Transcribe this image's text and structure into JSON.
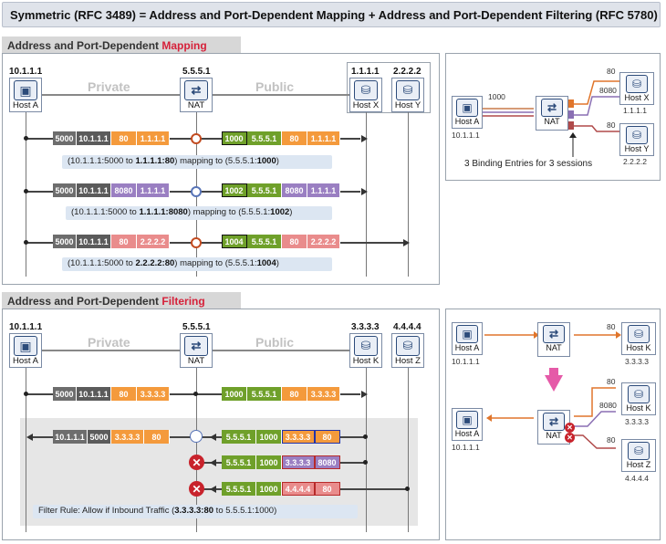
{
  "title": "Symmetric (RFC 3489) = Address and Port-Dependent Mapping + Address and Port-Dependent Filtering (RFC 5780)",
  "mapping_section": {
    "title_prefix": "Address and Port-Dependent ",
    "title_highlight": "Mapping",
    "zones": {
      "private": "Private",
      "public": "Public"
    },
    "ips": {
      "host_a": "10.1.1.1",
      "nat": "5.5.5.1",
      "host_x": "1.1.1.1",
      "host_y": "2.2.2.2"
    },
    "nodes": {
      "host_a": "Host A",
      "nat": "NAT",
      "host_x": "Host X",
      "host_y": "Host Y"
    },
    "rows": [
      {
        "left": [
          "5000",
          "10.1.1.1",
          "80",
          "1.1.1.1"
        ],
        "right": [
          "1000",
          "5.5.5.1",
          "80",
          "1.1.1.1"
        ],
        "caption_pre": "(10.1.1.1:5000 to ",
        "caption_bold": "1.1.1.1:80",
        "caption_mid": ") mapping to (5.5.5.1:",
        "caption_bold2": "1000",
        "caption_post": ")"
      },
      {
        "left": [
          "5000",
          "10.1.1.1",
          "8080",
          "1.1.1.1"
        ],
        "right": [
          "1002",
          "5.5.5.1",
          "8080",
          "1.1.1.1"
        ],
        "caption_pre": "(10.1.1.1:5000 to ",
        "caption_bold": "1.1.1.1:8080",
        "caption_mid": ") mapping to (5.5.5.1:",
        "caption_bold2": "1002",
        "caption_post": ")"
      },
      {
        "left": [
          "5000",
          "10.1.1.1",
          "80",
          "2.2.2.2"
        ],
        "right": [
          "1004",
          "5.5.5.1",
          "80",
          "2.2.2.2"
        ],
        "caption_pre": "(10.1.1.1:5000 to ",
        "caption_bold": "2.2.2.2:80",
        "caption_mid": ") mapping to (5.5.5.1:",
        "caption_bold2": "1004",
        "caption_post": ")"
      }
    ],
    "side": {
      "port_a": "1000",
      "port_x1": "80",
      "port_x2": "8080",
      "port_y": "80",
      "host_a": "Host A",
      "nat": "NAT",
      "host_x": "Host X",
      "host_y": "Host Y",
      "ip_a": "10.1.1.1",
      "ip_x": "1.1.1.1",
      "ip_y": "2.2.2.2",
      "note": "3 Binding Entries for 3 sessions"
    }
  },
  "filtering_section": {
    "title_prefix": "Address and Port-Dependent ",
    "title_highlight": "Filtering",
    "zones": {
      "private": "Private",
      "public": "Public"
    },
    "ips": {
      "host_a": "10.1.1.1",
      "nat": "5.5.5.1",
      "host_k": "3.3.3.3",
      "host_z": "4.4.4.4"
    },
    "nodes": {
      "host_a": "Host A",
      "nat": "NAT",
      "host_k": "Host K",
      "host_z": "Host Z"
    },
    "outbound": {
      "left": [
        "5000",
        "10.1.1.1",
        "80",
        "3.3.3.3"
      ],
      "right": [
        "1000",
        "5.5.5.1",
        "80",
        "3.3.3.3"
      ]
    },
    "inbound": [
      {
        "packet": [
          "5.5.5.1",
          "1000",
          "3.3.3.3",
          "80"
        ],
        "delivered": [
          "10.1.1.1",
          "5000",
          "3.3.3.3",
          "80"
        ]
      },
      {
        "packet": [
          "5.5.5.1",
          "1000",
          "3.3.3.3",
          "8080"
        ]
      },
      {
        "packet": [
          "5.5.5.1",
          "1000",
          "4.4.4.4",
          "80"
        ]
      }
    ],
    "rule_pre": "Filter Rule: Allow if Inbound Traffic (",
    "rule_bold": "3.3.3.3:80",
    "rule_post": " to 5.5.5.1:1000)",
    "side": {
      "host_a": "Host A",
      "nat": "NAT",
      "host_k": "Host K",
      "host_z": "Host Z",
      "ip_a": "10.1.1.1",
      "ip_k": "3.3.3.3",
      "ip_z": "4.4.4.4",
      "port_k1": "80",
      "port_k2": "80",
      "port_k3": "8080",
      "port_z": "80"
    }
  },
  "colors": {
    "highlight": "#d6213a",
    "orange": "#f49a3c",
    "purple": "#9a7fc2",
    "pink": "#e98c8c",
    "green": "#6fa02a"
  }
}
